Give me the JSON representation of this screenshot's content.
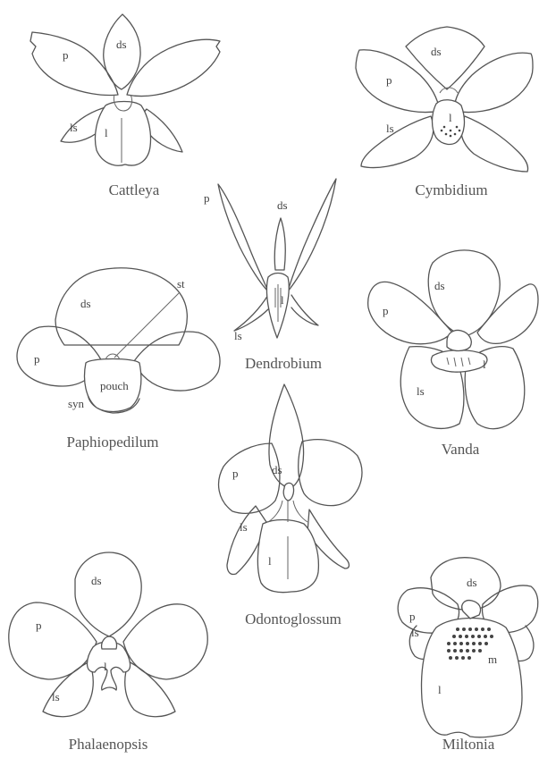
{
  "flowers": [
    {
      "name": "Cattleya",
      "labels": {
        "ds": "ds",
        "p": "p",
        "ls": "ls",
        "l": "l"
      }
    },
    {
      "name": "Cymbidium",
      "labels": {
        "ds": "ds",
        "p": "p",
        "ls": "ls",
        "l": "l"
      }
    },
    {
      "name": "Dendrobium",
      "labels": {
        "ds": "ds",
        "p": "p",
        "ls": "ls",
        "l": "l"
      }
    },
    {
      "name": "Paphiopedilum",
      "labels": {
        "ds": "ds",
        "p": "p",
        "st": "st",
        "pouch": "pouch",
        "syn": "syn"
      }
    },
    {
      "name": "Vanda",
      "labels": {
        "ds": "ds",
        "p": "p",
        "ls": "ls",
        "l": "l"
      }
    },
    {
      "name": "Odontoglossum",
      "labels": {
        "ds": "ds",
        "p": "p",
        "ls": "ls",
        "l": "l"
      }
    },
    {
      "name": "Phalaenopsis",
      "labels": {
        "ds": "ds",
        "p": "p",
        "ls": "ls",
        "l": "l"
      }
    },
    {
      "name": "Miltonia",
      "labels": {
        "ds": "ds",
        "p": "p",
        "ls": "ls",
        "m": "m",
        "l": "l"
      }
    }
  ]
}
